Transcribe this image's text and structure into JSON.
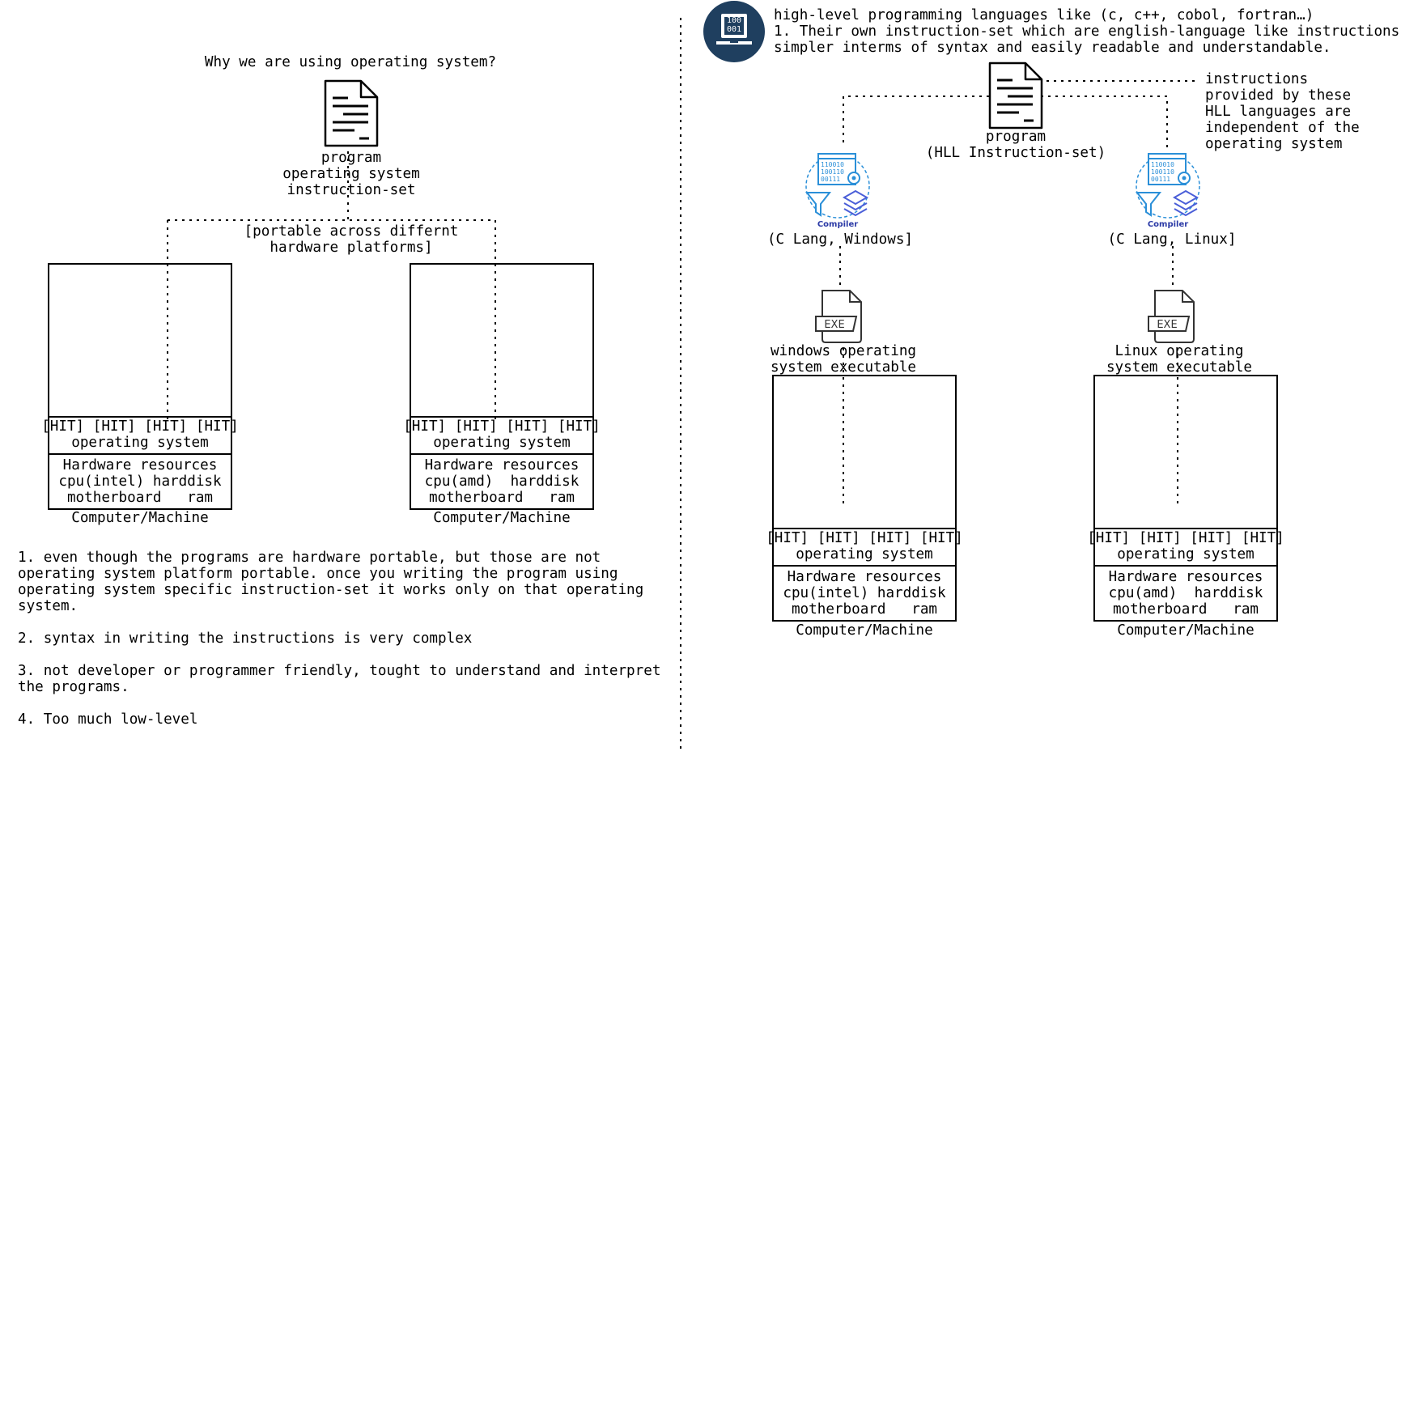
{
  "left": {
    "title": "Why we are using operating system?",
    "program_label": "program\noperating system\ninstruction-set",
    "portable_label": "[portable across differnt\nhardware platforms]",
    "machines": [
      {
        "hit_row": "[HIT] [HIT] [HIT] [HIT]",
        "os_label": "operating system",
        "hw_label": "Hardware resources\ncpu(intel) harddisk\nmotherboard   ram",
        "caption": "Computer/Machine"
      },
      {
        "hit_row": "[HIT] [HIT] [HIT] [HIT]",
        "os_label": "operating system",
        "hw_label": "Hardware resources\ncpu(amd)  harddisk\nmotherboard   ram",
        "caption": "Computer/Machine"
      }
    ],
    "notes": [
      "1. even though the programs are hardware portable, but those are not\noperating system platform portable. once you writing the program using\noperating system specific instruction-set it works only on that operating\nsystem.",
      "2. syntax in writing the instructions is very complex",
      "3. not developer or programmer friendly, tought to understand and interpret\nthe programs.",
      "4. Too much low-level"
    ]
  },
  "right": {
    "header": "high-level programming languages like (c, c++, cobol, fortran…)\n1. Their own instruction-set which are english-language like instructions\nsimpler interms of syntax and easily readable and understandable.",
    "badge_digits": "100\n001",
    "program_label": "program\n(HLL Instruction-set)",
    "side_note": "instructions\nprovided by these\nHLL languages are\nindependent of the\noperating system",
    "compiler_caption": "Compiler",
    "compilers": [
      "(C Lang, Windows]",
      "(C Lang, Linux]"
    ],
    "exe_text": "EXE",
    "executables": [
      "windows operating\nsystem executable",
      "Linux operating\nsystem executable"
    ],
    "machines": [
      {
        "hit_row": "[HIT] [HIT] [HIT] [HIT]",
        "os_label": "operating system",
        "hw_label": "Hardware resources\ncpu(intel) harddisk\nmotherboard   ram",
        "caption": "Computer/Machine"
      },
      {
        "hit_row": "[HIT] [HIT] [HIT] [HIT]",
        "os_label": "operating system",
        "hw_label": "Hardware resources\ncpu(amd)  harddisk\nmotherboard   ram",
        "caption": "Computer/Machine"
      }
    ]
  },
  "colors": {
    "badge_fill": "#1f3f5f",
    "compiler_blue": "#2a8fd8",
    "compiler_caption": "#2b3aa6",
    "ink": "#000000"
  }
}
